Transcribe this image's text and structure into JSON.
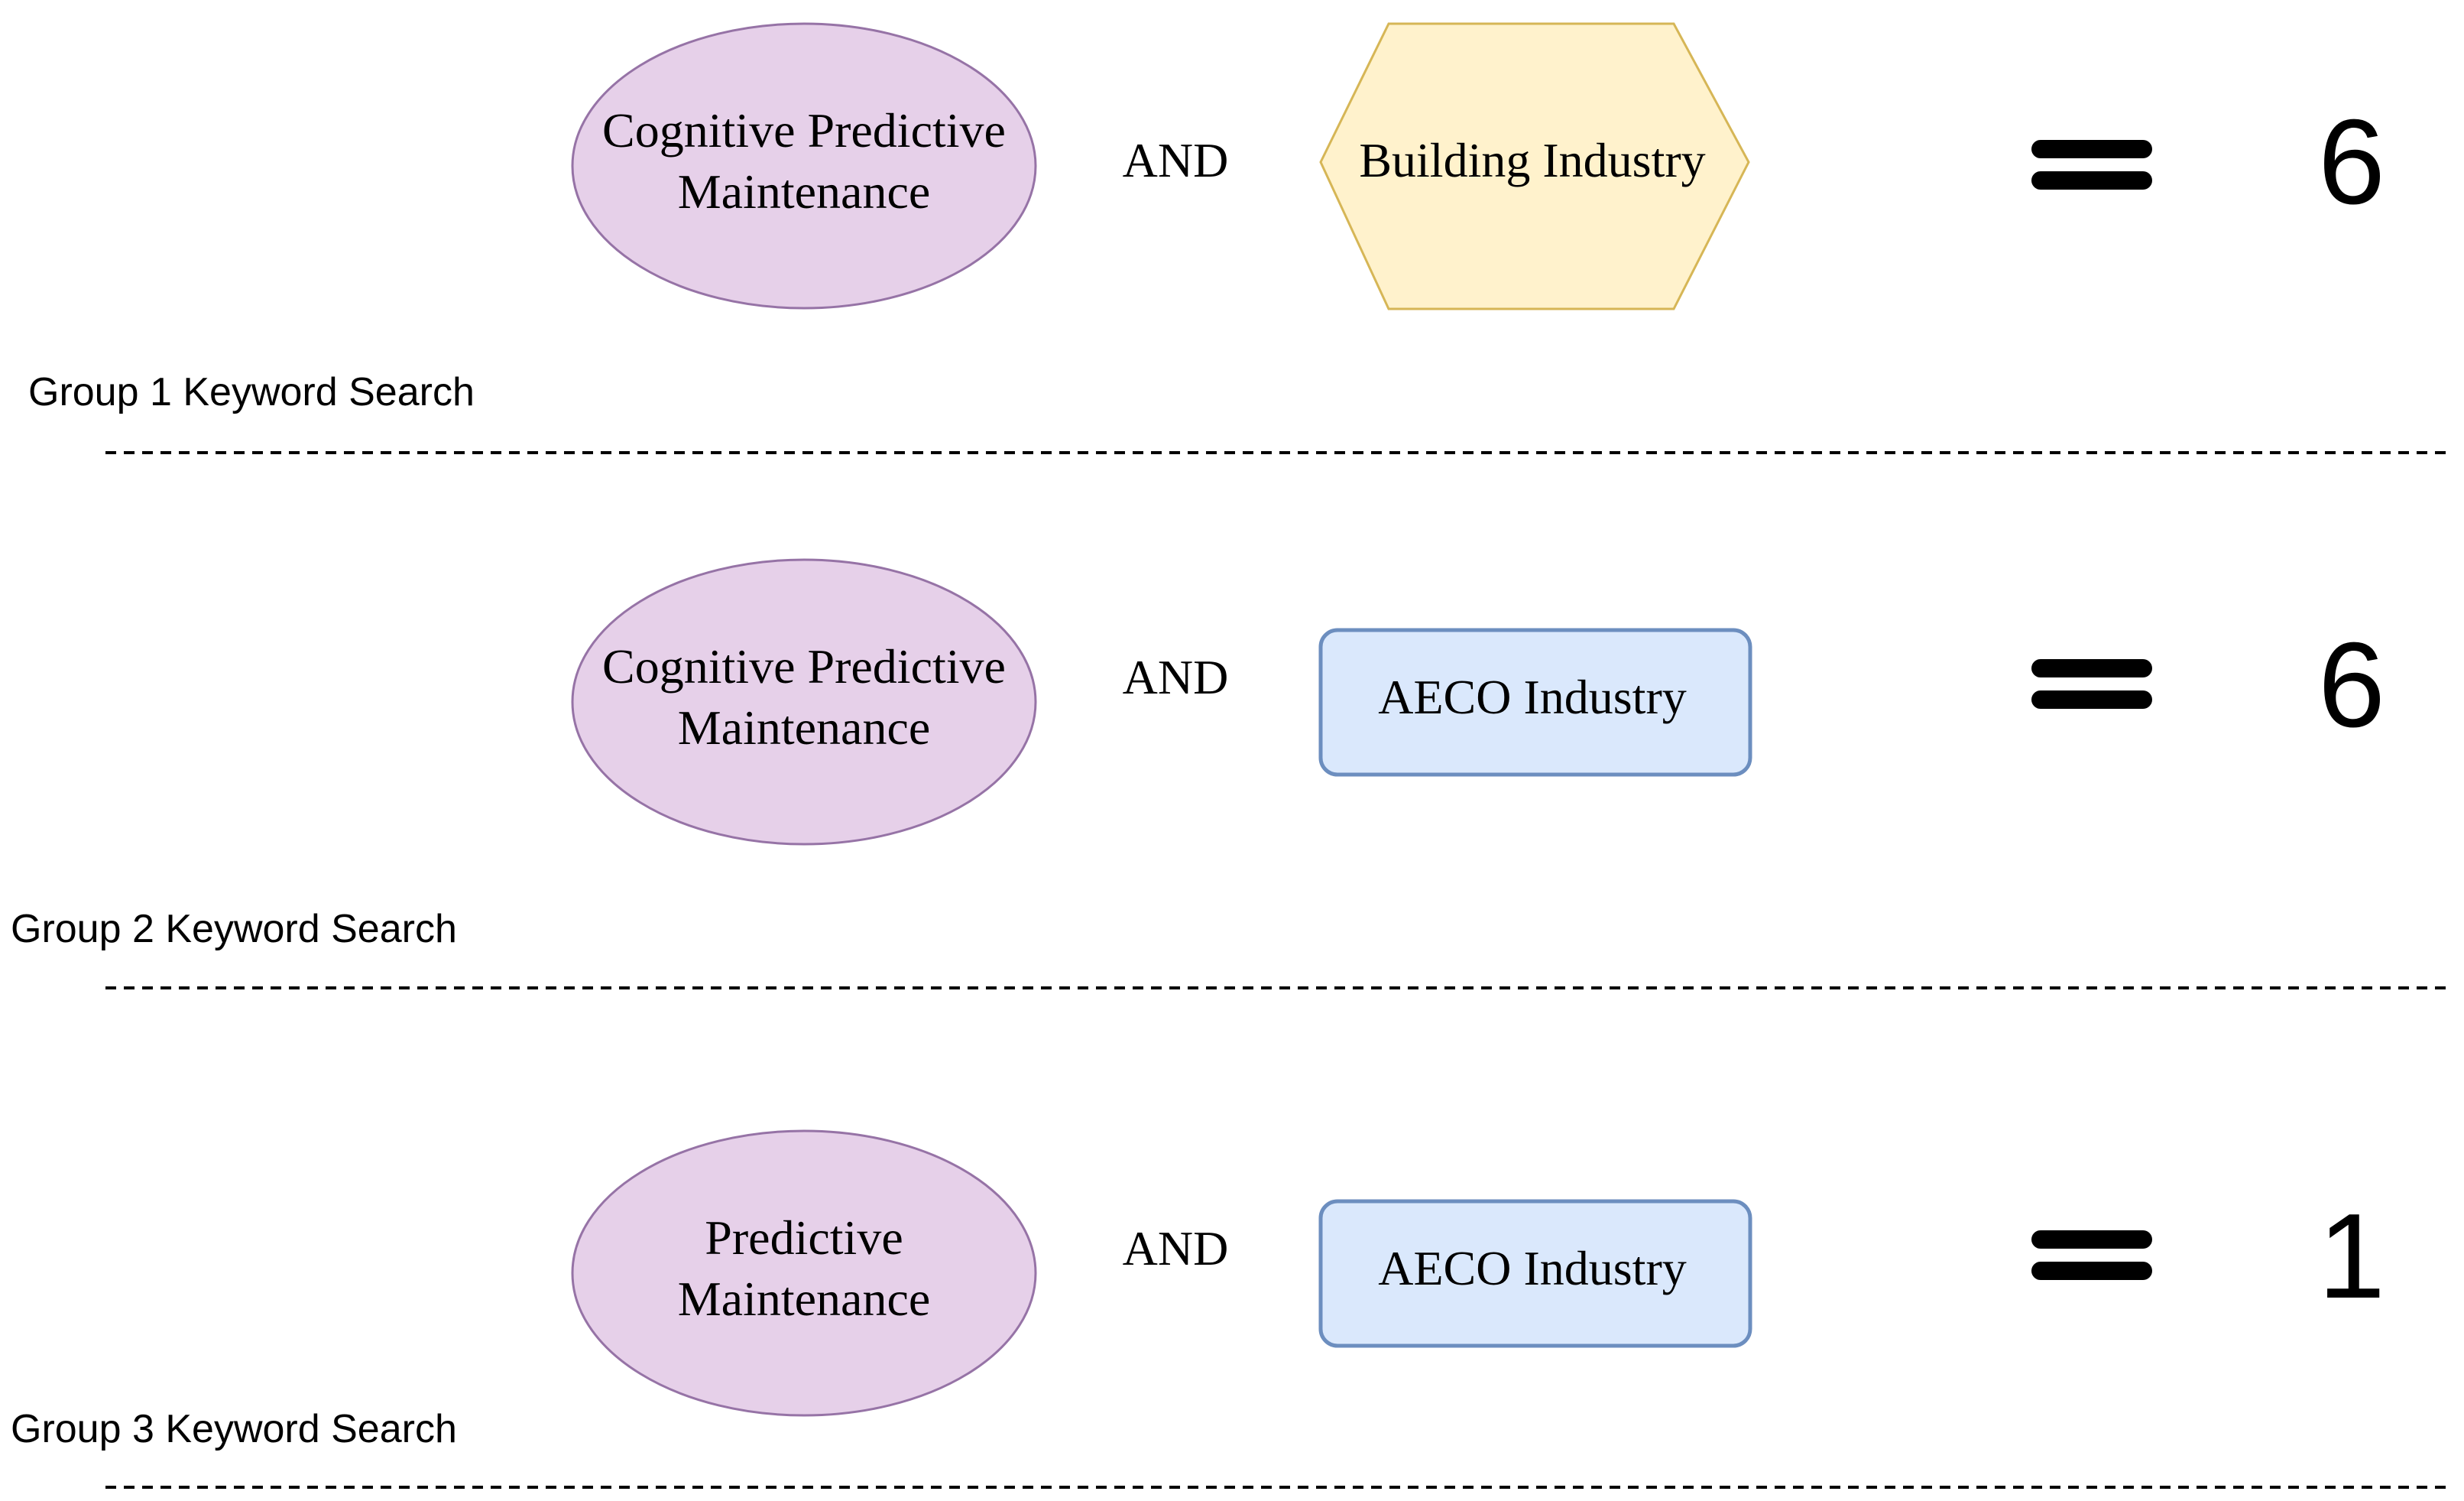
{
  "groups": [
    {
      "label": "Group 1 Keyword Search",
      "left_term": "Cognitive Predictive Maintenance",
      "left_lines": [
        "Cognitive Predictive",
        "Maintenance"
      ],
      "operator": "AND",
      "right_term": "Building Industry",
      "right_shape": "hexagon",
      "result": "6"
    },
    {
      "label": "Group 2 Keyword Search",
      "left_term": "Cognitive Predictive Maintenance",
      "left_lines": [
        "Cognitive Predictive",
        "Maintenance"
      ],
      "operator": "AND",
      "right_term": "AECO Industry",
      "right_shape": "rounded-rectangle",
      "result": "6"
    },
    {
      "label": "Group 3 Keyword Search",
      "left_term": "Predictive Maintenance",
      "left_lines": [
        "Predictive",
        "Maintenance"
      ],
      "operator": "AND",
      "right_term": "AECO Industry",
      "right_shape": "rounded-rectangle",
      "result": "1"
    }
  ],
  "colors": {
    "ellipse_fill": "#E6D0E9",
    "ellipse_stroke": "#9673A6",
    "hexagon_fill": "#FFF2CC",
    "hexagon_stroke": "#D6B656",
    "box_fill": "#DAE8FC",
    "box_stroke": "#6C8EBF",
    "text": "#000000",
    "separator": "#000000"
  },
  "icons": {
    "equals": "equals-icon"
  }
}
